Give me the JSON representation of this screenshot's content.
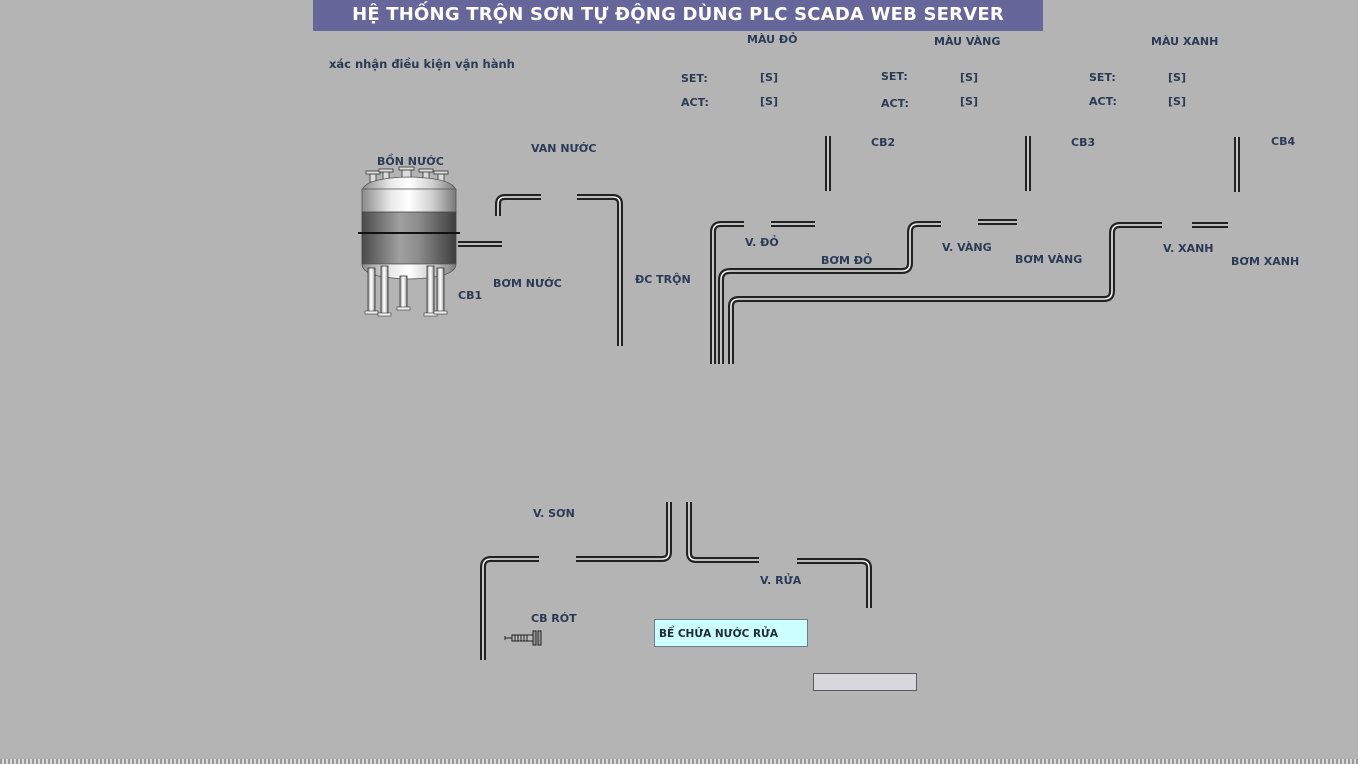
{
  "title": "HỆ THỐNG TRỘN SƠN TỰ ĐỘNG DÙNG PLC SCADA WEB SERVER",
  "confirm_label": "xác nhận điều kiện vận hành",
  "colors": {
    "background": "#b4b4b4",
    "title_bar": "#66669a",
    "label_text": "#2b3a55",
    "tank_box": "#ccffff"
  },
  "paint_panels": [
    {
      "name": "MÀU ĐỎ",
      "set_label": "SET:",
      "set_value": "[S]",
      "act_label": "ACT:",
      "act_value": "[S]"
    },
    {
      "name": "MÀU VÀNG",
      "set_label": "SET:",
      "set_value": "[S]",
      "act_label": "ACT:",
      "act_value": "[S]"
    },
    {
      "name": "MÀU XANH",
      "set_label": "SET:",
      "set_value": "[S]",
      "act_label": "ACT:",
      "act_value": "[S]"
    }
  ],
  "labels": {
    "water_tank": "BỒN NƯỚC",
    "water_valve": "VAN NƯỚC",
    "water_pump": "BƠM NƯỚC",
    "cb1": "CB1",
    "mixer_motor": "ĐC TRỘN",
    "cb2": "CB2",
    "cb3": "CB3",
    "cb4": "CB4",
    "valve_red": "V. ĐỎ",
    "pump_red": "BƠM ĐỎ",
    "valve_yellow": "V. VÀNG",
    "pump_yellow": "BƠM VÀNG",
    "valve_blue": "V. XANH",
    "pump_blue": "BƠM XANH",
    "valve_paint": "V. SƠN",
    "valve_wash": "V. RỬA",
    "cb_pour": "CB RÓT",
    "wash_tank": "BỂ CHỨA NƯỚC RỬA"
  },
  "icons": {
    "tank": "water-tank-icon",
    "sensor": "proximity-sensor-icon"
  }
}
